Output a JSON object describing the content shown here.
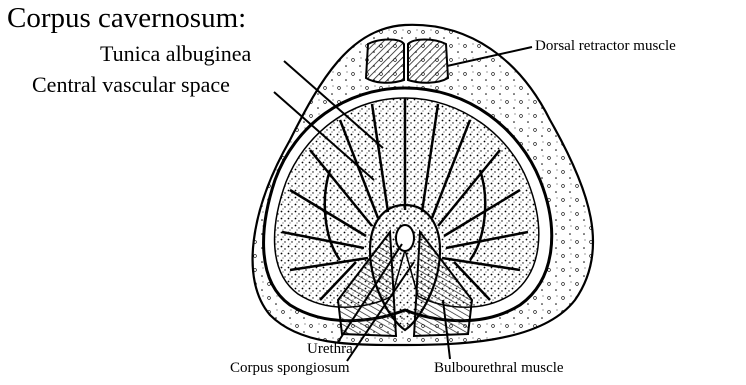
{
  "diagram": {
    "title": "Corpus cavernosum:",
    "labels": {
      "tunica_albuginea": "Tunica albuginea",
      "central_vascular_space": "Central vascular space",
      "dorsal_retractor_muscle": "Dorsal retractor muscle",
      "urethra": "Urethra",
      "corpus_spongiosum": "Corpus spongiosum",
      "bulbourethral_muscle": "Bulbourethral muscle"
    },
    "colors": {
      "ink": "#000000",
      "paper": "#ffffff",
      "hatch": "#222222"
    }
  }
}
